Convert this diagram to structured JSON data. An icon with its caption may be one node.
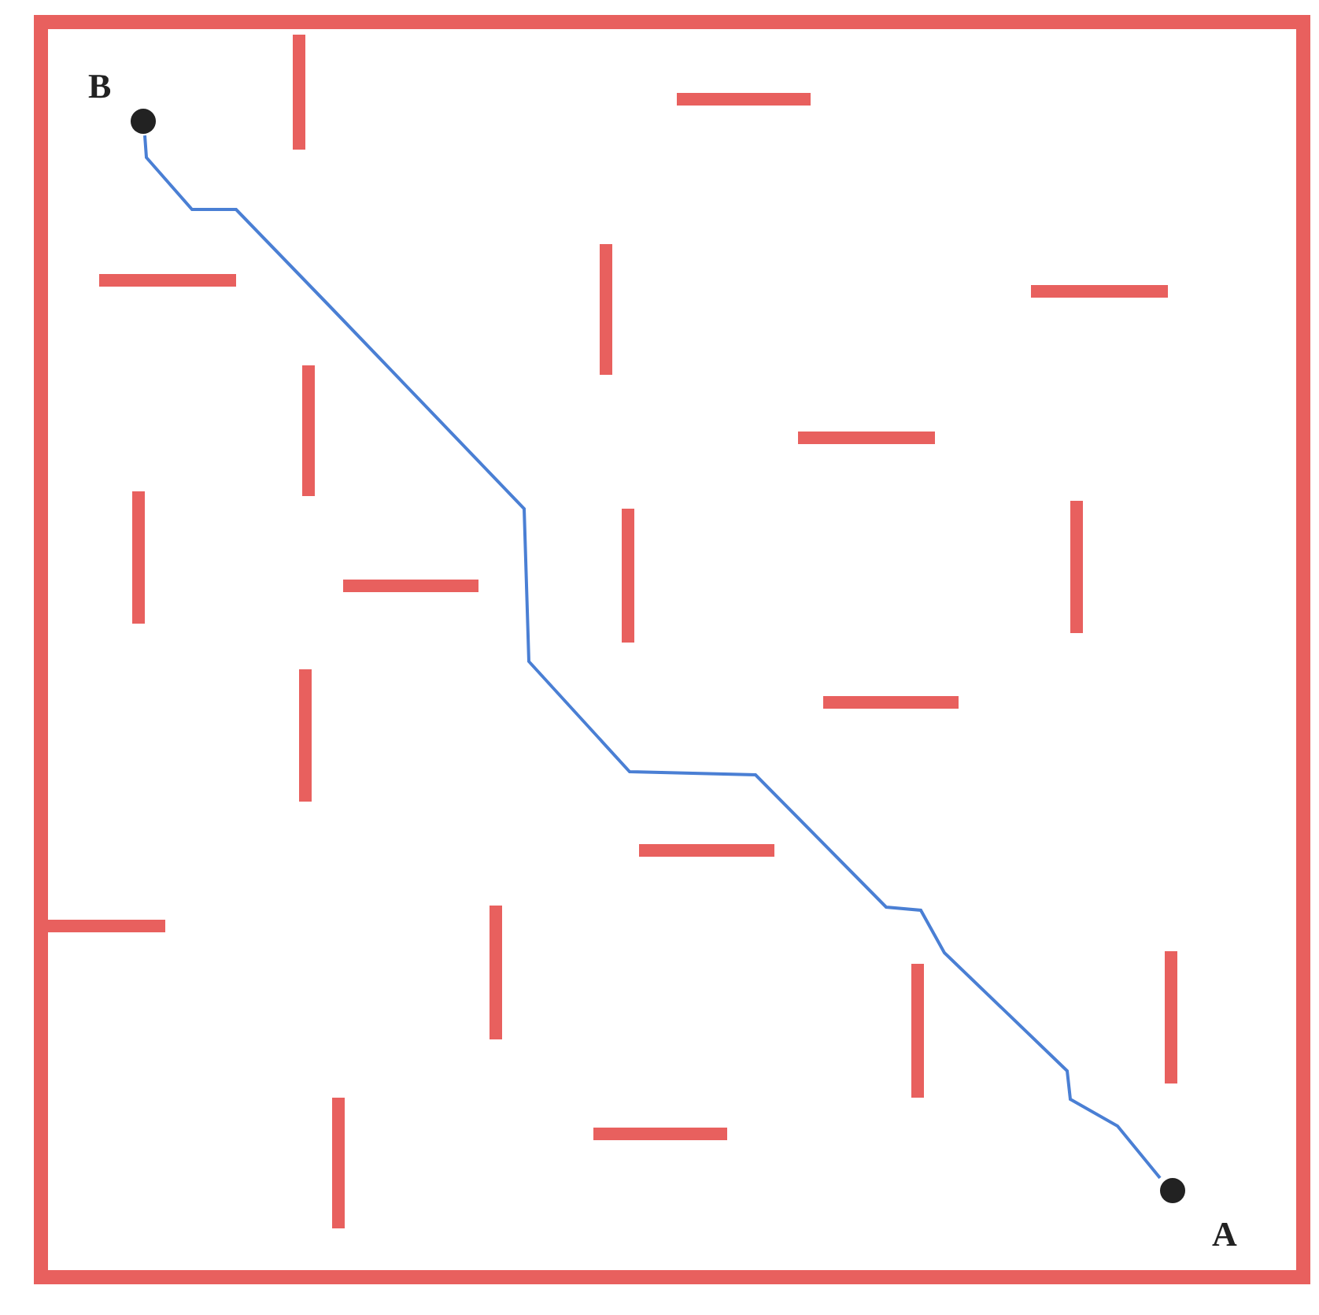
{
  "diagram": {
    "nodes": [
      {
        "text": [
          "B"
        ]
      },
      {
        "text": [
          "A"
        ]
      }
    ],
    "edges": [
      {
        "from": 0,
        "to": 1,
        "arrow": "none",
        "color": "#4a7fd4"
      }
    ]
  }
}
